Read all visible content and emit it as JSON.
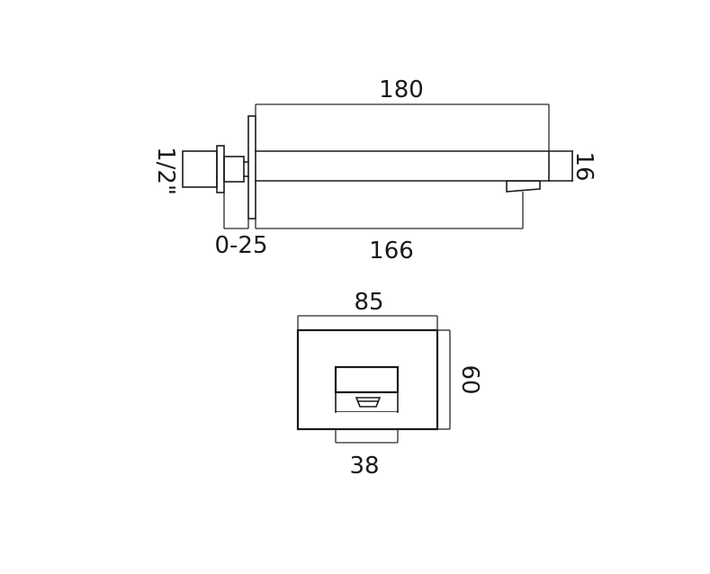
{
  "diagram": {
    "dimensions": {
      "spout_total_length": "180",
      "spout_projection": "166",
      "wall_adjustment": "0-25",
      "spout_height": "16",
      "thread_size": "1/2\"",
      "plate_width": "85",
      "plate_height": "60",
      "spout_width": "38"
    }
  }
}
